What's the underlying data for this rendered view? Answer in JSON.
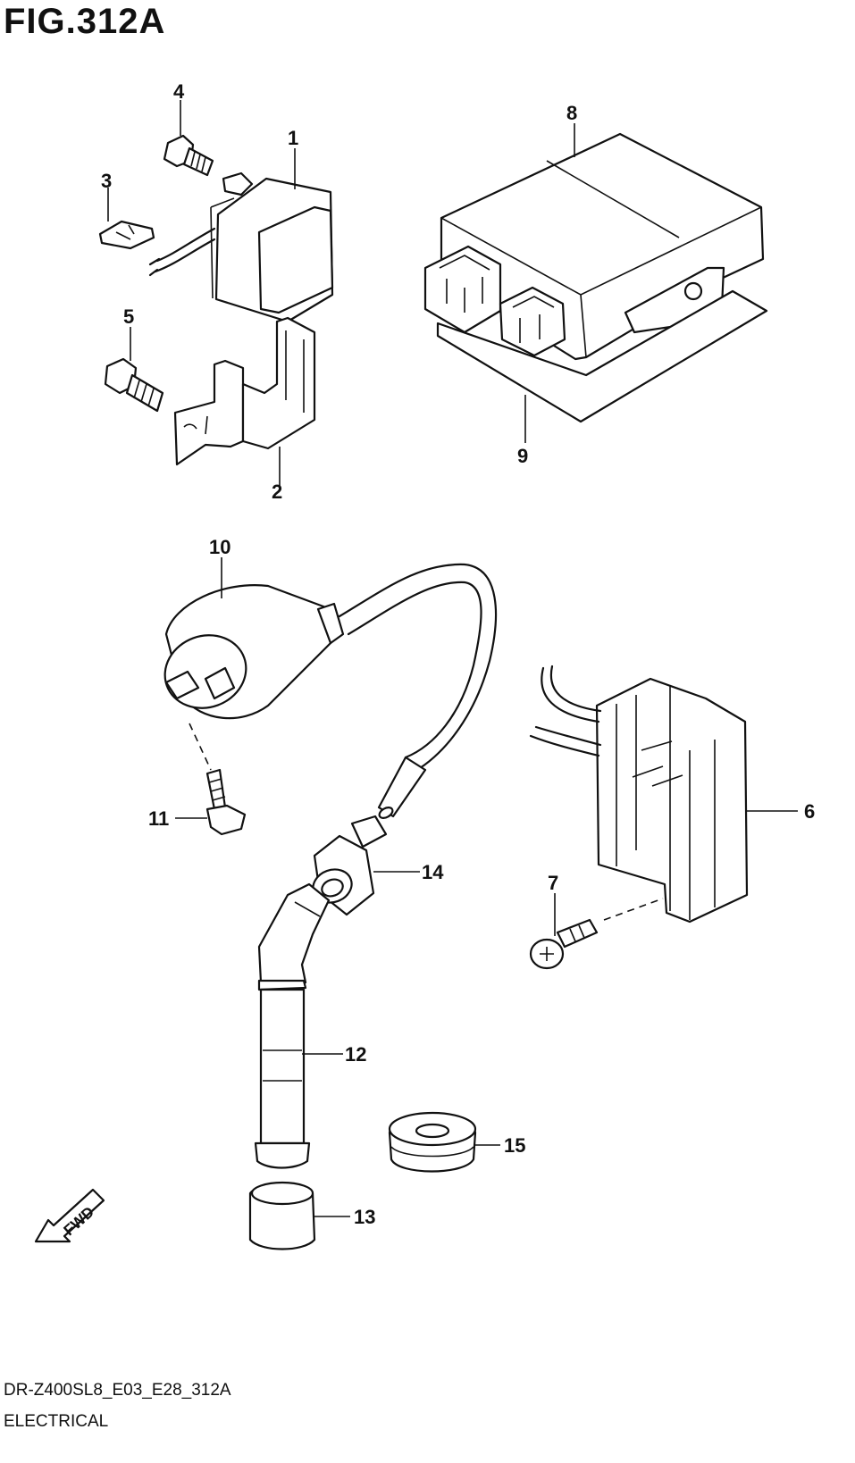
{
  "figure": {
    "title": "FIG.312A",
    "code": "DR-Z400SL8_E03_E28_312A",
    "name": "ELECTRICAL"
  },
  "fwd_label": "FWD",
  "callouts": [
    "1",
    "2",
    "3",
    "4",
    "5",
    "6",
    "7",
    "8",
    "9",
    "10",
    "11",
    "12",
    "13",
    "14",
    "15"
  ]
}
